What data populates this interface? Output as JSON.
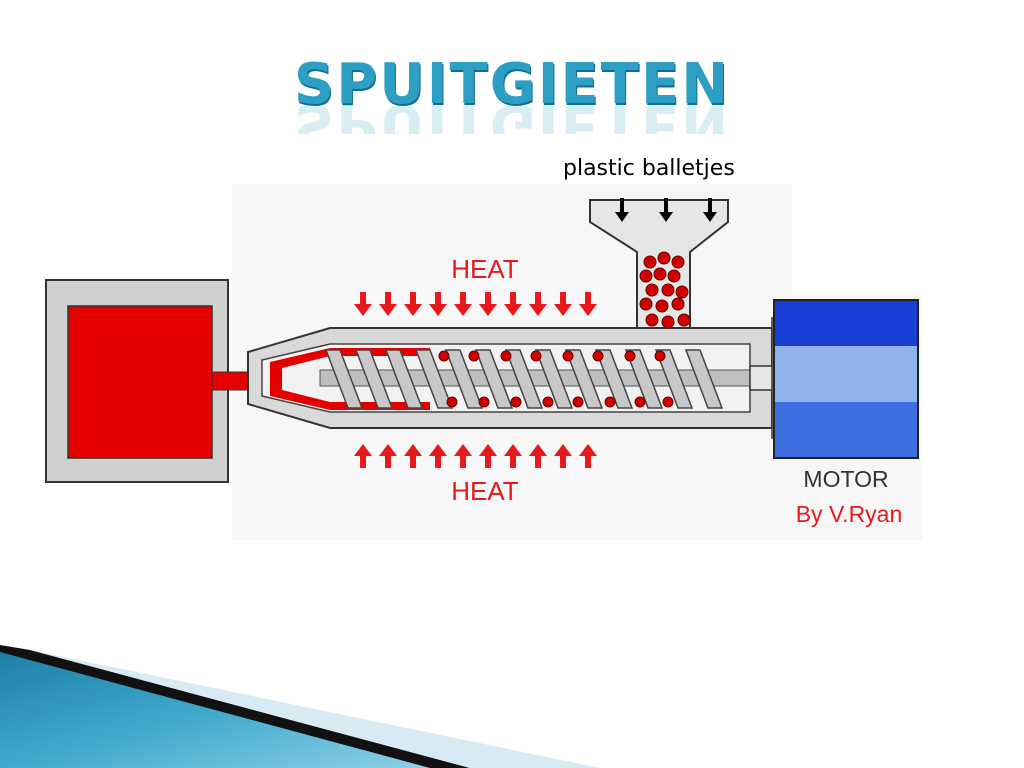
{
  "slide": {
    "title": "SPUITGIETEN",
    "pellets_label": "plastic balletjes"
  },
  "diagram": {
    "heat_top_label": "HEAT",
    "heat_bottom_label": "HEAT",
    "motor_label": "MOTOR",
    "credit_label": "By V.Ryan",
    "heat_color": "#e8191c",
    "plastic_color": "#e50000",
    "motor_color": "#1a3fd6",
    "barrel_color": "#d9d9d9"
  },
  "decoration": {
    "accent_color": "#2a8fb4"
  }
}
